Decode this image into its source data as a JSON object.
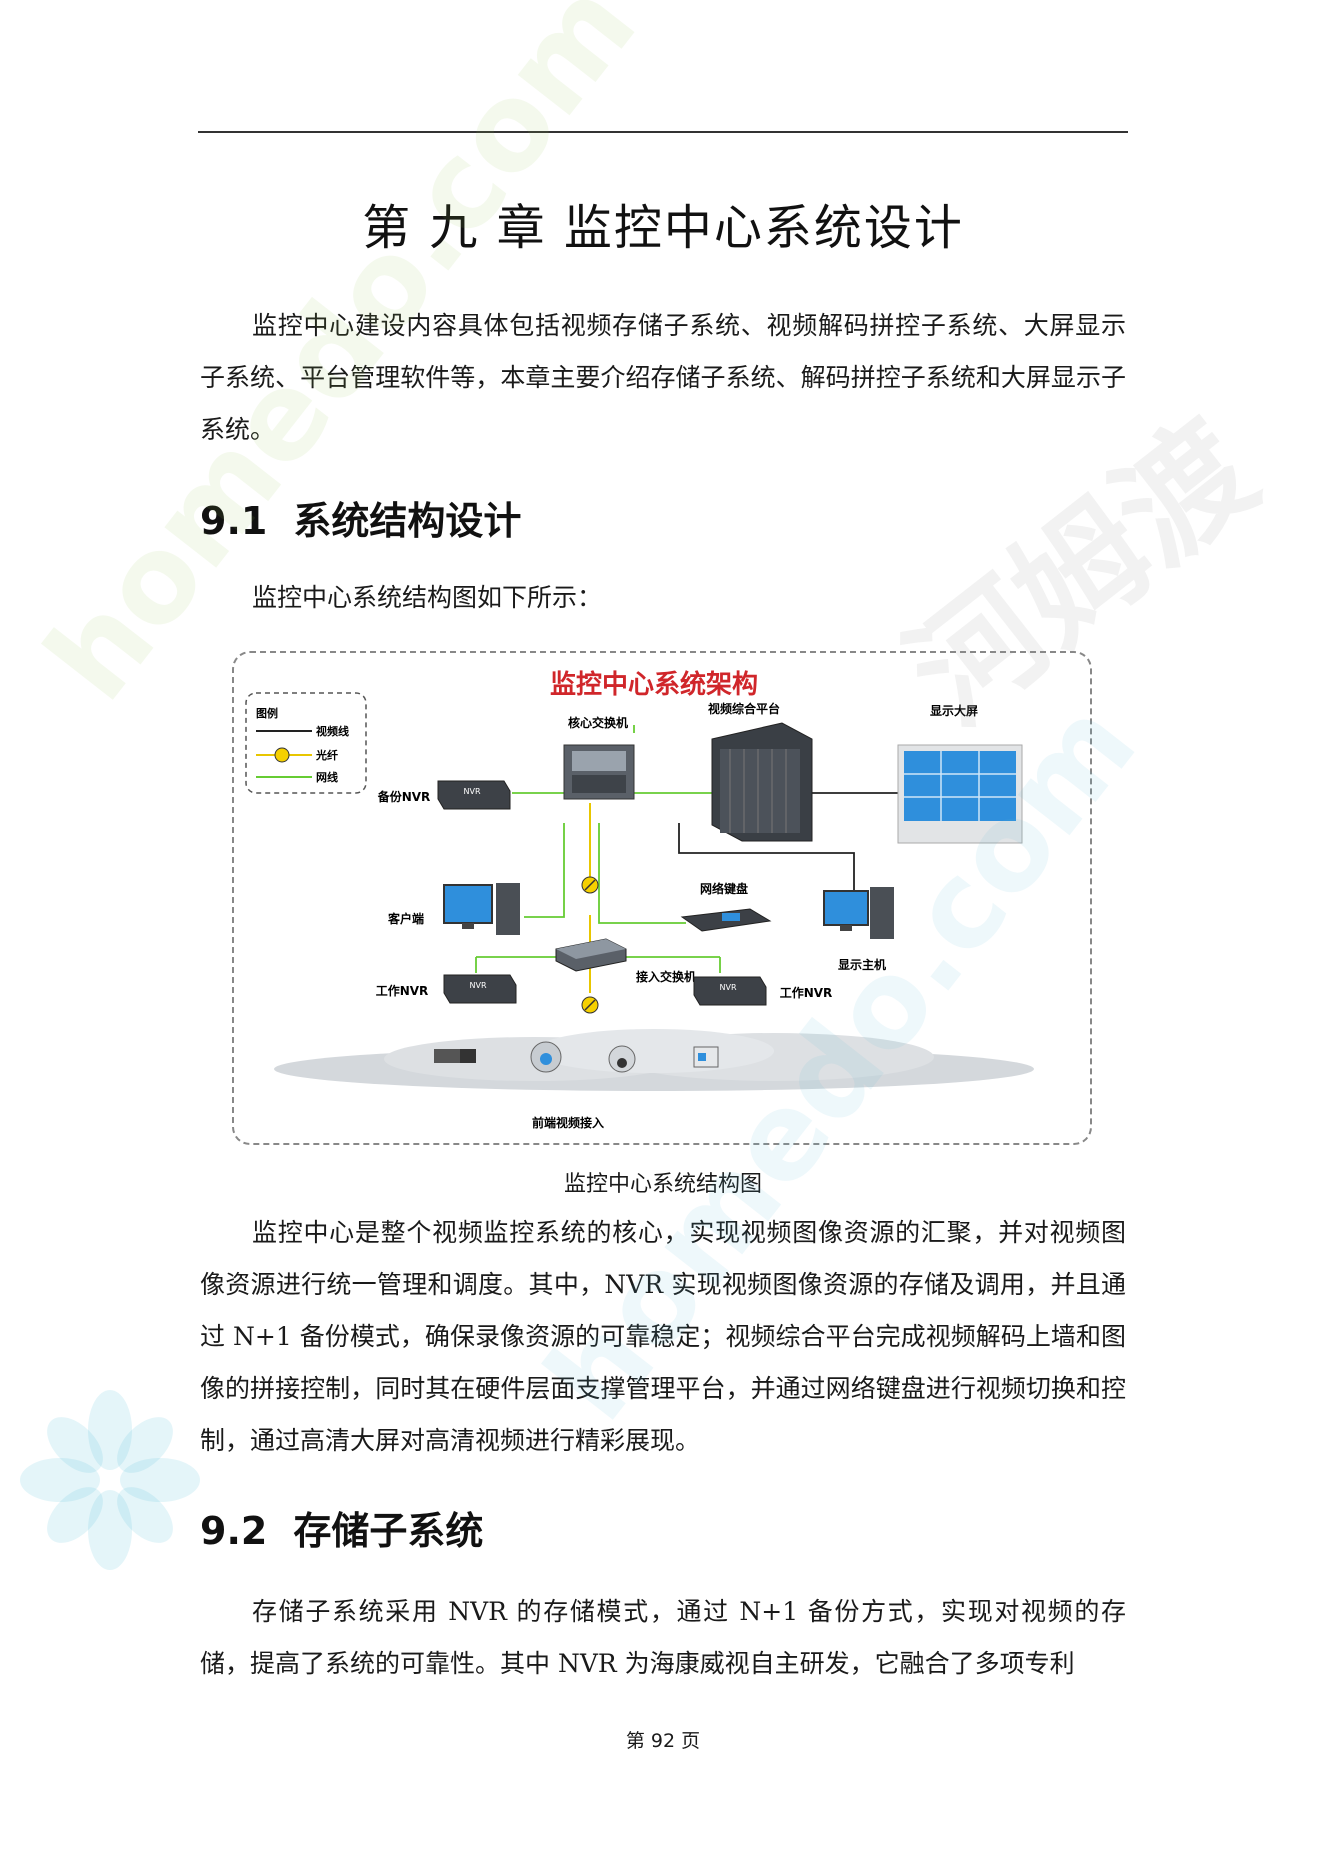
{
  "chapter_title": "第 九 章  监控中心系统设计",
  "intro_paragraph": "监控中心建设内容具体包括视频存储子系统、视频解码拼控子系统、大屏显示子系统、平台管理软件等，本章主要介绍存储子系统、解码拼控子系统和大屏显示子系统。",
  "section_1": {
    "number": "9.1",
    "title": "系统结构设计"
  },
  "section_1_lead": "监控中心系统结构图如下所示：",
  "figure": {
    "title": "监控中心系统架构",
    "legend": {
      "title": "图例",
      "items": [
        "视频线",
        "光纤",
        "网线"
      ]
    },
    "labels": {
      "core_switch": "核心交换机",
      "video_platform": "视频综合平台",
      "display_wall": "显示大屏",
      "backup_nvr": "备份NVR",
      "client": "客户端",
      "network_keyboard": "网络键盘",
      "display_host": "显示主机",
      "access_switch": "接入交换机",
      "work_nvr_left": "工作NVR",
      "work_nvr_right": "工作NVR",
      "front_end": "前端视频接入",
      "nvr_badge": "NVR"
    },
    "caption": "监控中心系统结构图"
  },
  "paragraph_2": "监控中心是整个视频监控系统的核心，实现视频图像资源的汇聚，并对视频图像资源进行统一管理和调度。其中，NVR 实现视频图像资源的存储及调用，并且通过 N+1 备份模式，确保录像资源的可靠稳定；视频综合平台完成视频解码上墙和图像的拼接控制，同时其在硬件层面支撑管理平台，并通过网络键盘进行视频切换和控制，通过高清大屏对高清视频进行精彩展现。",
  "section_2": {
    "number": "9.2",
    "title": "存储子系统"
  },
  "paragraph_3": "存储子系统采用 NVR 的存储模式，通过 N+1 备份方式，实现对视频的存储，提高了系统的可靠性。其中 NVR 为海康威视自主研发，它融合了多项专利",
  "footer": "第 92 页",
  "watermark": {
    "brand_cn": "河姆渡",
    "brand_en": "homedo.com"
  },
  "colors": {
    "fig_title": "#d0262a",
    "video_line": "#222222",
    "fiber": "#e8c600",
    "network_line": "#66cc33",
    "screen": "#2f8fdc"
  }
}
